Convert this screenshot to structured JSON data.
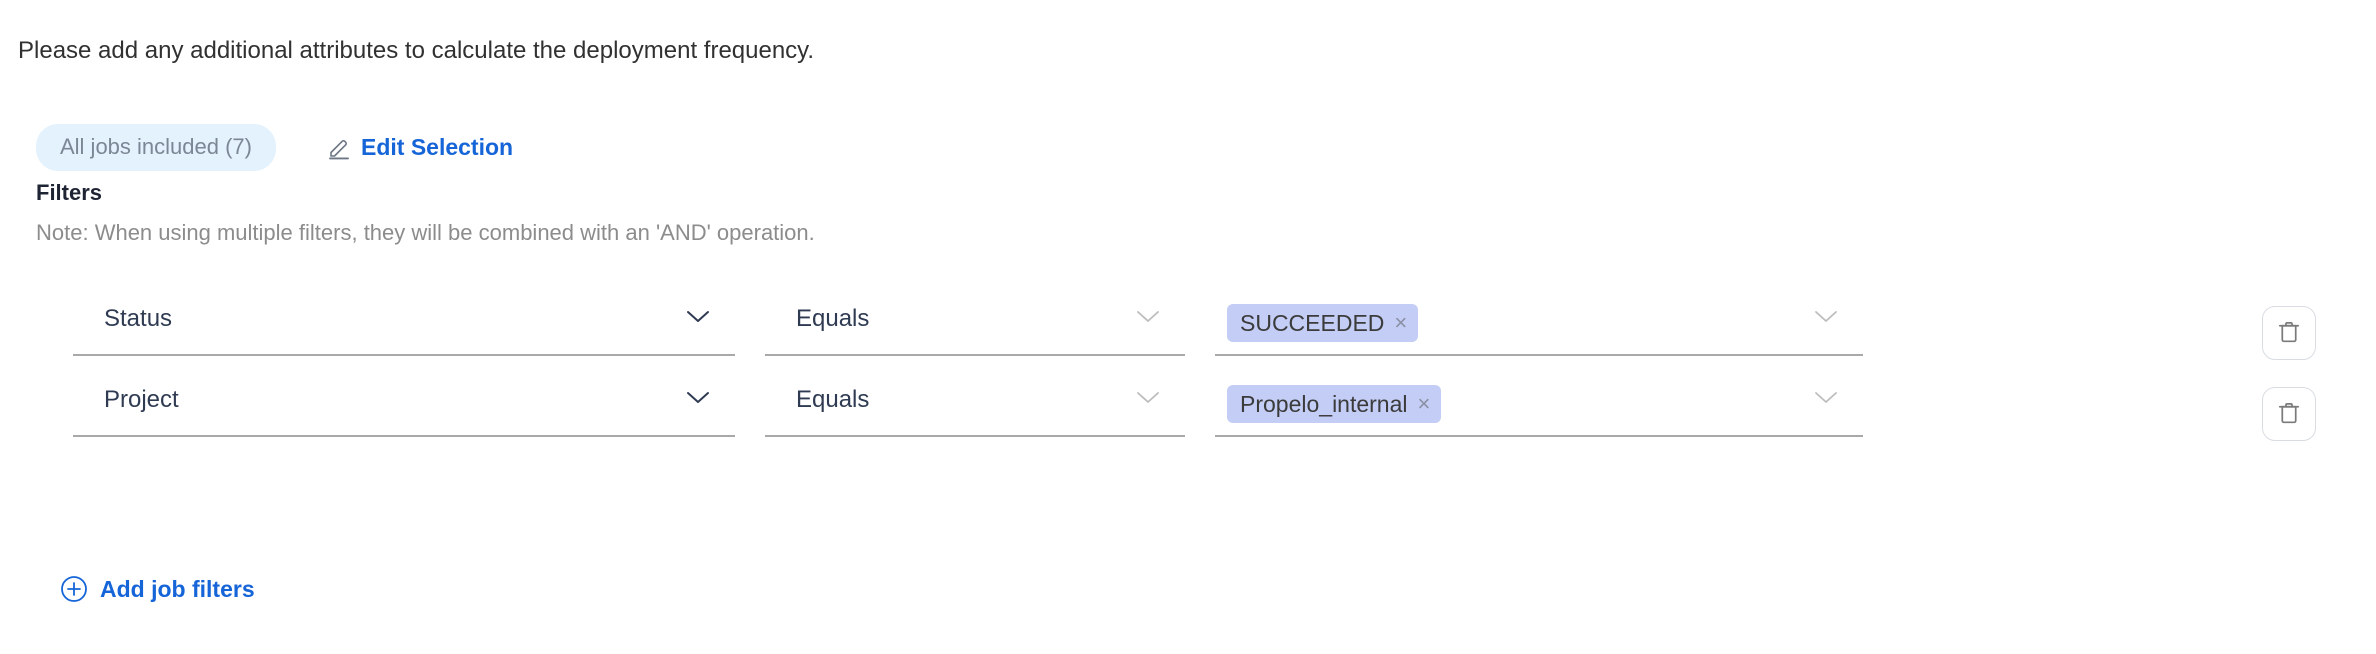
{
  "intro": {
    "text": "Please add any additional attributes to calculate the deployment frequency."
  },
  "jobs": {
    "badge_label": "All jobs included (7)",
    "edit_label": "Edit Selection",
    "edit_icon": "pencil-icon",
    "badge_bg": "#e4f2fd",
    "badge_color": "#7c8796",
    "link_color": "#1565d8"
  },
  "filters": {
    "title": "Filters",
    "note": "Note: When using multiple filters, they will be combined with an 'AND' operation.",
    "chip_bg": "#c3cdf5",
    "rows": [
      {
        "attribute": "Status",
        "operator": "Equals",
        "values": [
          {
            "label": "SUCCEEDED",
            "remove": "×"
          }
        ],
        "attribute_chevron": "chevron-down-icon",
        "operator_chevron": "chevron-down-icon",
        "value_chevron": "chevron-down-icon",
        "delete_icon": "trash-icon"
      },
      {
        "attribute": "Project",
        "operator": "Equals",
        "values": [
          {
            "label": "Propelo_internal",
            "remove": "×"
          }
        ],
        "attribute_chevron": "chevron-down-icon",
        "operator_chevron": "chevron-down-icon",
        "value_chevron": "chevron-down-icon",
        "delete_icon": "trash-icon"
      }
    ]
  },
  "add_filters": {
    "label": "Add job filters",
    "icon": "plus-circle-icon",
    "color": "#1565d8"
  }
}
